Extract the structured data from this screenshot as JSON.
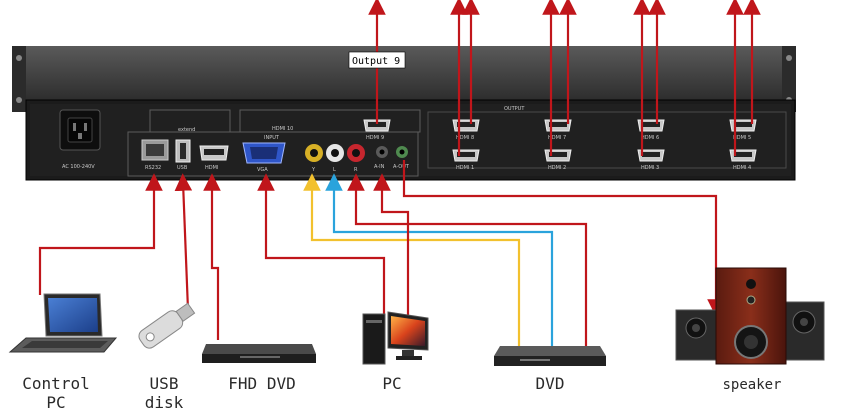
{
  "callout": "Output 9",
  "panel": {
    "power_label": "AC 100-240V",
    "extend_label": "extend",
    "input_label": "INPUT",
    "hdmi10_label": "HDMI 10",
    "output_label": "OUTPUT",
    "ports": {
      "rs232": "RS232",
      "usb": "USB",
      "hdmi_in": "HDMI",
      "vga": "VGA",
      "y": "Y",
      "l": "L",
      "r": "R",
      "a_in": "A-IN",
      "a_out": "A-OUT",
      "hdmi9": "HDMI 9",
      "hdmi1": "HDMI 1",
      "hdmi2": "HDMI 2",
      "hdmi3": "HDMI 3",
      "hdmi4": "HDMI 4",
      "hdmi5": "HDMI 5",
      "hdmi6": "HDMI 6",
      "hdmi7": "HDMI 7",
      "hdmi8": "HDMI 8"
    }
  },
  "devices": {
    "control_pc": {
      "line1": "Control",
      "line2": "PC"
    },
    "usb_disk": {
      "line1": "USB",
      "line2": "disk"
    },
    "fhd_dvd": "FHD DVD",
    "pc": "PC",
    "dvd": "DVD",
    "speaker": "speaker"
  },
  "colors": {
    "signal_red": "#c0161b",
    "video_yellow": "#f2c12e",
    "audio_blue": "#2aa3dc",
    "chassis": "#1c1c1c"
  }
}
